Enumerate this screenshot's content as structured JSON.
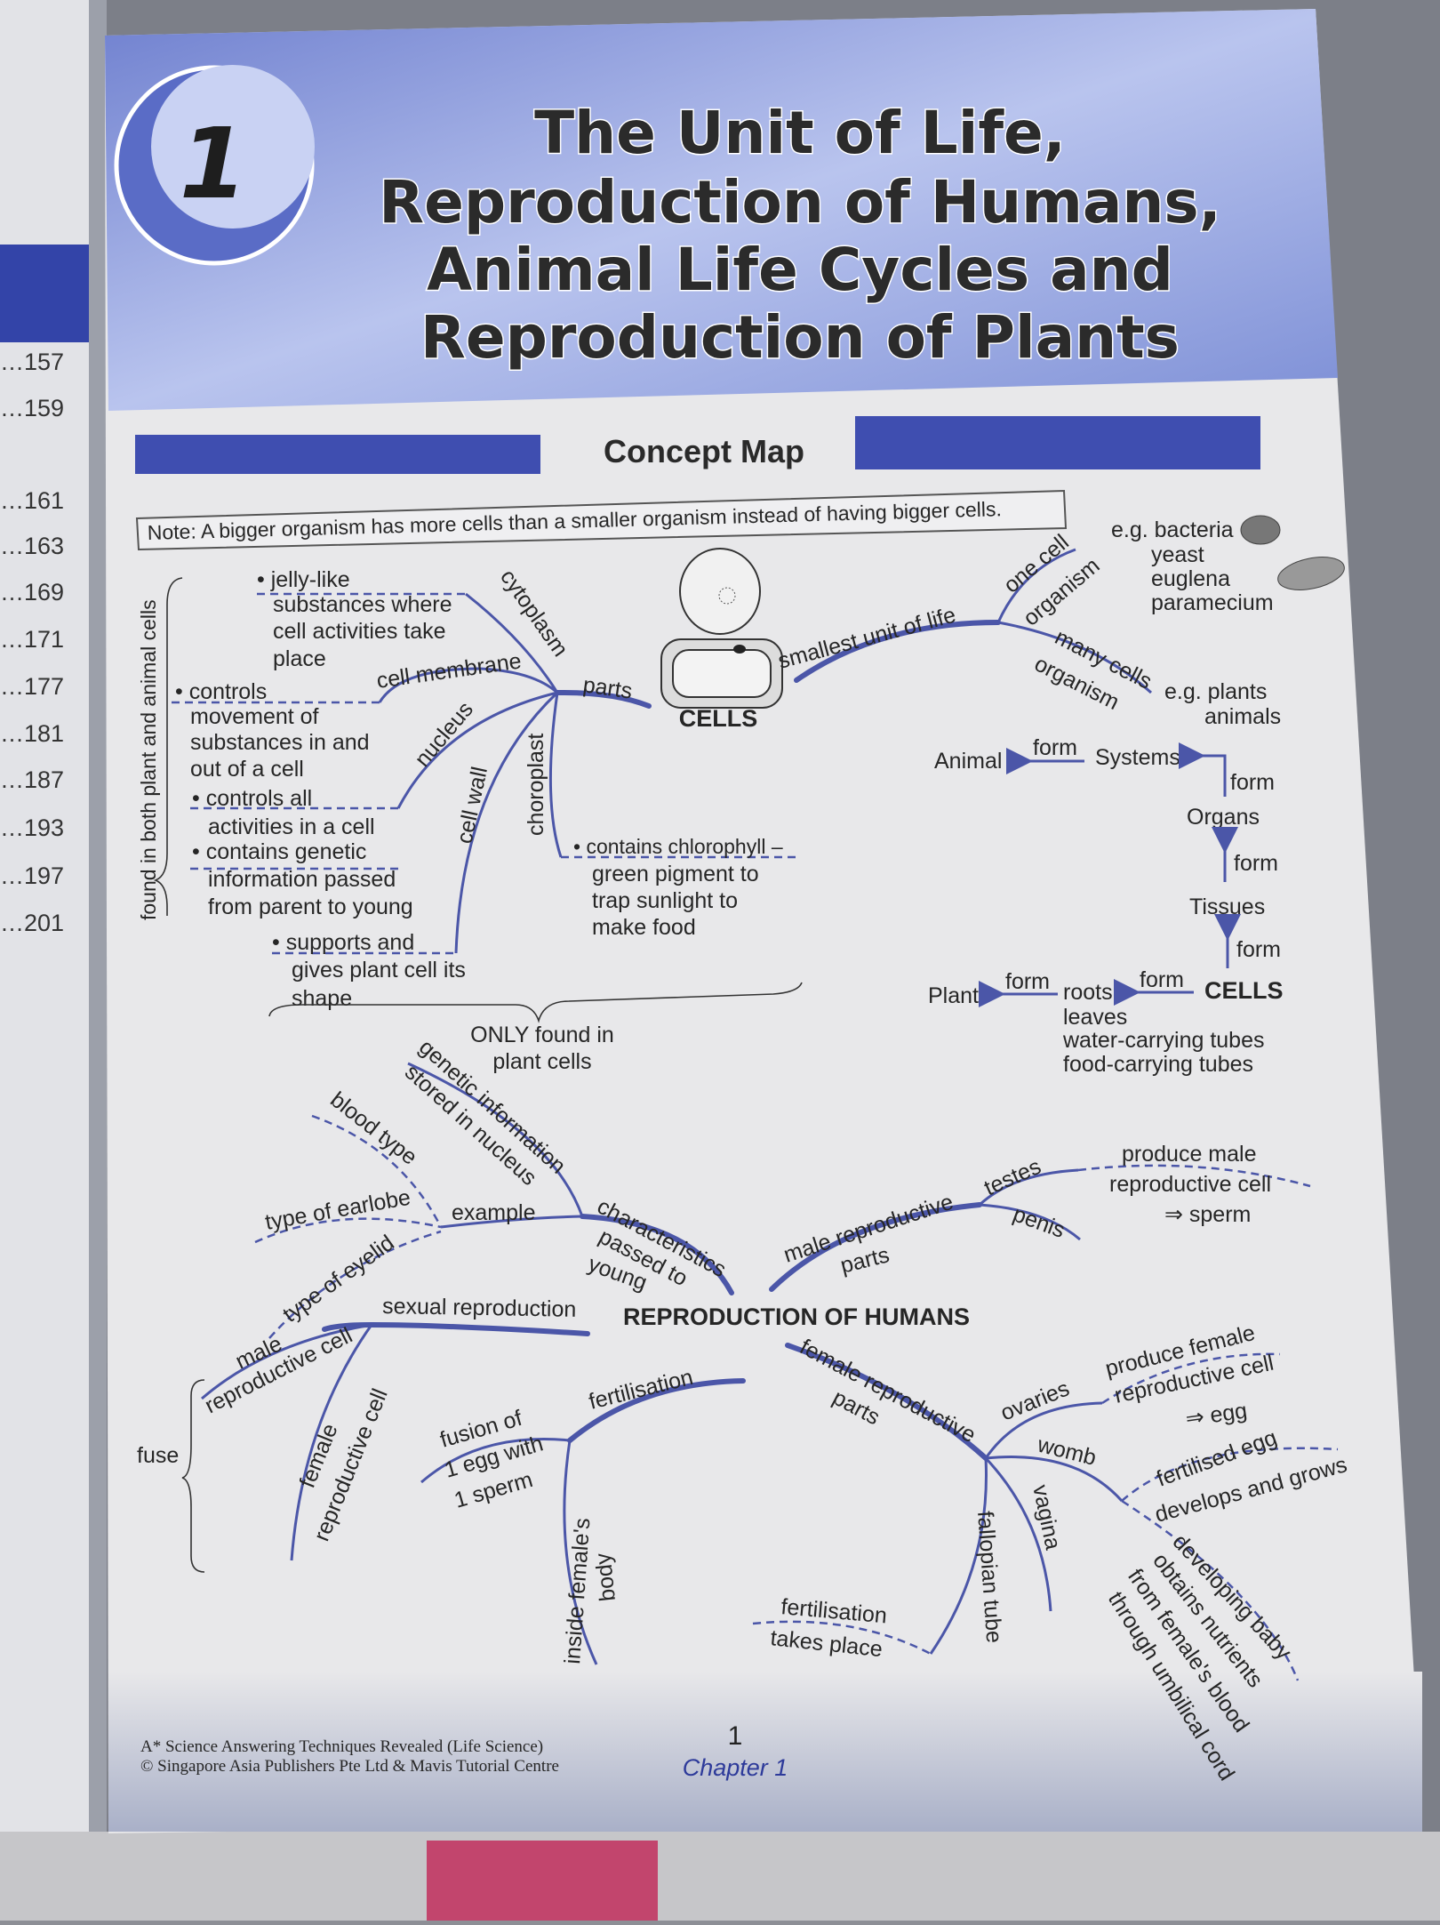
{
  "left_page": {
    "page_refs": [
      "157",
      "159",
      "161",
      "163",
      "169",
      "171",
      "177",
      "181",
      "187",
      "193",
      "197",
      "201"
    ]
  },
  "header": {
    "chapter_number": "1",
    "title_lines": [
      "The Unit of Life,",
      "Reproduction of Humans,",
      "Animal Life Cycles and",
      "Reproduction of Plants"
    ]
  },
  "concept_map_heading": "Concept Map",
  "note": "Note: A bigger organism has more cells than a smaller organism instead of having bigger cells.",
  "cells": {
    "center": "CELLS",
    "parts": "parts",
    "found_in_both": "found in both plant and animal cells",
    "only_found": [
      "ONLY found in",
      "plant cells"
    ],
    "cytoplasm": {
      "label": "cytoplasm",
      "desc": [
        "• jelly-like",
        "substances where",
        "cell activities take",
        "place"
      ]
    },
    "cell_membrane": {
      "label": "cell membrane",
      "desc": [
        "• controls",
        "movement of",
        "substances in and",
        "out of a cell"
      ]
    },
    "nucleus": {
      "label": "nucleus",
      "desc": [
        "• controls all",
        "activities in a cell",
        "• contains genetic",
        "information passed",
        "from parent to young"
      ]
    },
    "cell_wall": {
      "label": "cell wall",
      "desc": [
        "• supports and",
        "gives plant cell its",
        "shape"
      ]
    },
    "choroplast": {
      "label": "choroplast",
      "desc": [
        "• contains chlorophyll –",
        "green pigment to",
        "trap sunlight to",
        "make food"
      ]
    },
    "smallest_unit": "smallest unit of life",
    "one_cell": [
      "one cell",
      "organism"
    ],
    "one_cell_examples": [
      "e.g. bacteria",
      "yeast",
      "euglena",
      "paramecium"
    ],
    "many_cells": [
      "many cells",
      "organism"
    ],
    "many_cells_examples": [
      "e.g. plants",
      "animals"
    ],
    "hierarchy": {
      "form": "form",
      "animal": "Animal",
      "systems": "Systems",
      "organs": "Organs",
      "tissues": "Tissues",
      "cells": "CELLS",
      "plant": "Plant",
      "plant_parts": [
        "roots",
        "leaves",
        "water-carrying tubes",
        "food-carrying tubes"
      ]
    }
  },
  "reproduction": {
    "center": "REPRODUCTION OF HUMANS",
    "characteristics": [
      "characteristics",
      "passed to",
      "young"
    ],
    "genetic": [
      "genetic information",
      "stored in nucleus"
    ],
    "example": "example",
    "examples": [
      "blood type",
      "type of earlobe",
      "type of eyelid"
    ],
    "sexual_reproduction": "sexual reproduction",
    "male_cell": [
      "male",
      "reproductive cell"
    ],
    "female_cell": [
      "female",
      "reproductive cell"
    ],
    "fuse": "fuse",
    "fertilisation": "fertilisation",
    "fusion": [
      "fusion of",
      "1 egg with",
      "1 sperm"
    ],
    "inside": [
      "inside female's",
      "body"
    ],
    "male_parts": [
      "male reproductive",
      "parts"
    ],
    "testes": "testes",
    "testes_desc": [
      "produce male",
      "reproductive cell",
      "⇒ sperm"
    ],
    "penis": "penis",
    "female_parts": [
      "female reproductive",
      "parts"
    ],
    "ovaries": "ovaries",
    "ovaries_desc": [
      "produce female",
      "reproductive cell",
      "⇒ egg"
    ],
    "womb": "womb",
    "womb_desc": [
      "fertilised egg",
      "develops and grows"
    ],
    "baby_desc": [
      "developing baby",
      "obtains nutrients",
      "from female's blood",
      "through umbilical cord"
    ],
    "vagina": "vagina",
    "fallopian": "fallopian tube",
    "fallopian_desc": [
      "fertilisation",
      "takes place"
    ]
  },
  "footer": {
    "book": "A* Science Answering Techniques Revealed (Life Science)",
    "copyright": "© Singapore Asia Publishers Pte Ltd & Mavis Tutorial Centre",
    "page_number": "1",
    "chapter": "Chapter 1"
  },
  "colors": {
    "accent": "#4b56a8",
    "banner": "#8f9fdc",
    "page": "#e8e8ea"
  }
}
